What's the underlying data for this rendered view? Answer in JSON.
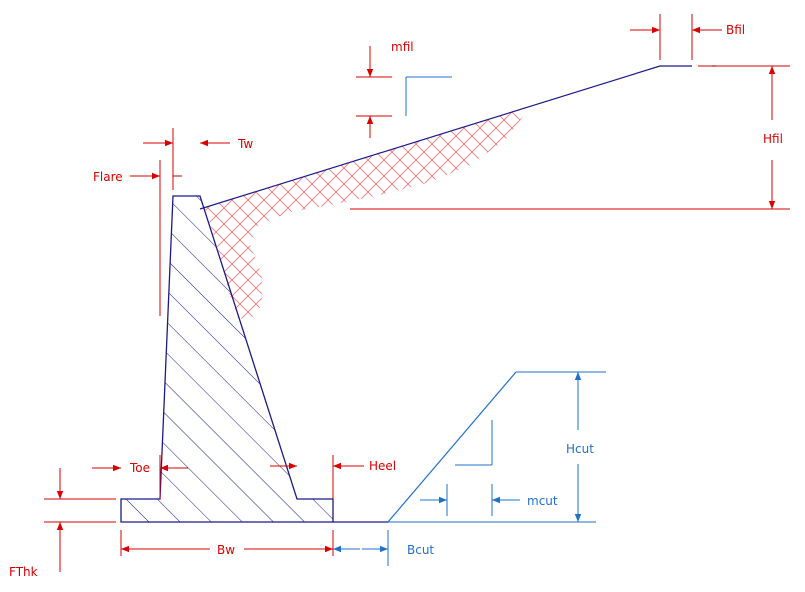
{
  "colors": {
    "wall": "#1a1a8c",
    "dim": "#d90000",
    "cut": "#1f6fcf",
    "hatch_fill": "#ff7070",
    "background": "#ffffff"
  },
  "labels": {
    "bfil": "Bfil",
    "mfil": "mfil",
    "hfil": "Hfil",
    "tw": "Tw",
    "flare": "Flare",
    "toe": "Toe",
    "heel": "Heel",
    "hcut": "Hcut",
    "mcut": "mcut",
    "bw": "Bw",
    "bcut": "Bcut",
    "fthk": "FThk"
  }
}
